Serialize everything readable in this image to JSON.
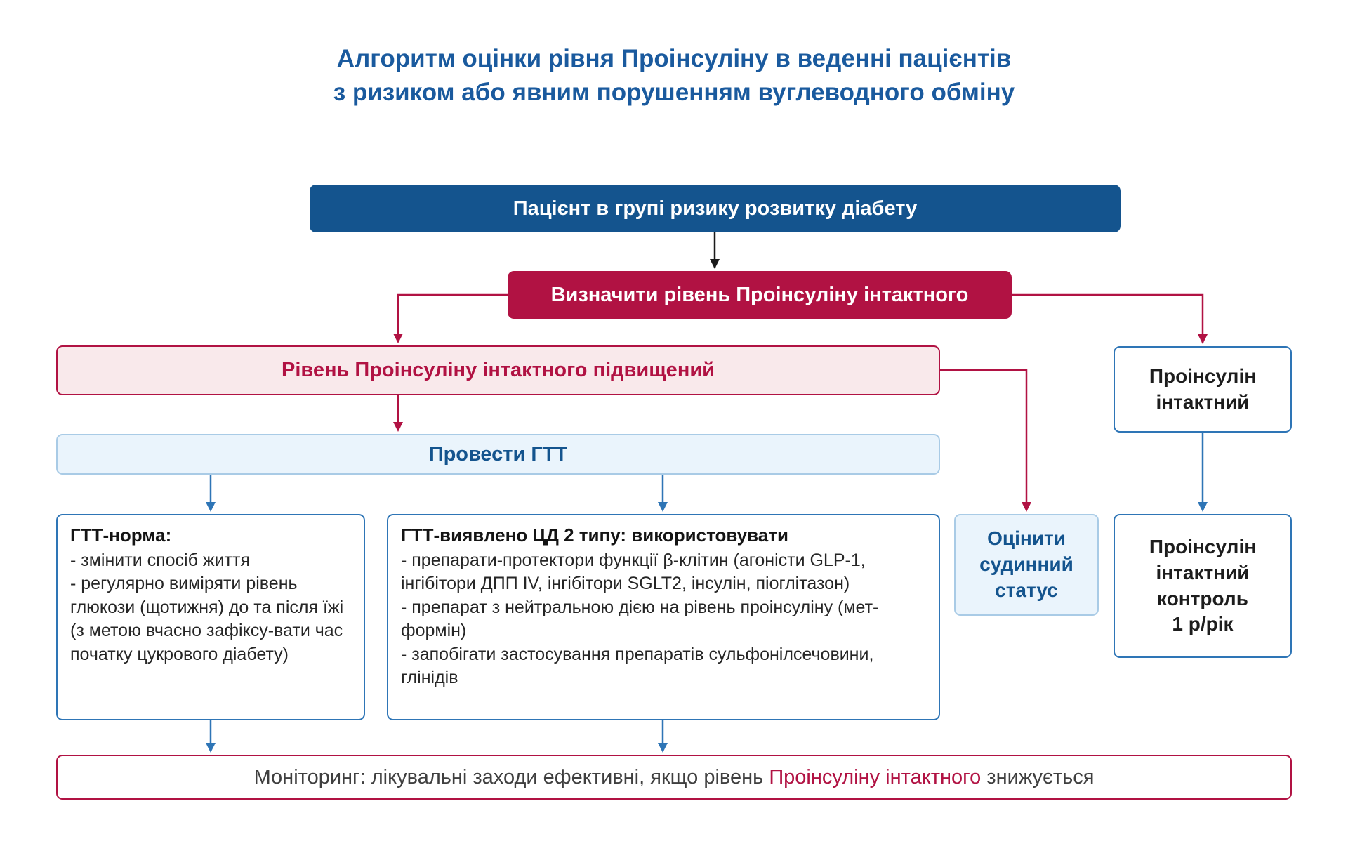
{
  "title": {
    "line1": "Алгоритм оцінки рівня Проінсуліну в веденні пацієнтів",
    "line2": "з ризиком або явним порушенням вуглеводного обміну"
  },
  "nodes": {
    "risk_patient": {
      "label": "Пацієнт в групі ризику розвитку діабету"
    },
    "measure_proinsulin": {
      "label": "Визначити рівень Проінсуліну інтактного"
    },
    "proinsulin_elevated": {
      "label": "Рівень Проінсуліну інтактного підвищений"
    },
    "perform_gtt": {
      "label": "Провести ГТТ"
    },
    "gtt_norm": {
      "header": "ГТТ-норма:",
      "items": [
        "- змінити спосіб життя",
        "- регулярно виміряти рівень глюкози (щотижня) до та після їжі (з метою вчасно зафіксу-вати час початку цукрового діабету)"
      ]
    },
    "gtt_dm2": {
      "header": "ГТТ-виявлено ЦД 2 типу: використовувати",
      "items": [
        "- препарати-протектори функції β-клітин (агоністи GLP-1, інгібітори ДПП IV, інгібітори  SGLT2, інсулін, піоглітазон)",
        "- препарат з нейтральною дією на рівень проінсуліну (мет-формін)",
        "- запобігати застосування препаратів сульфонілсечовини, глінідів"
      ]
    },
    "vascular_status": {
      "label": "Оцінити\nсудинний\nстатус"
    },
    "proinsulin_intact": {
      "label": "Проінсулін\nінтактний"
    },
    "proinsulin_control": {
      "label": "Проінсулін\nінтактний\nконтроль\n1 р/рік"
    },
    "monitoring": {
      "prefix": "Моніторинг: лікувальні заходи ефективні, якщо рівень ",
      "highlight": "Проінсуліну інтактного",
      "suffix": " знижується"
    }
  },
  "colors": {
    "title_blue": "#1a5a9e",
    "dark_blue_fill": "#14548e",
    "crimson": "#b11243",
    "pink_fill": "#f9e9eb",
    "light_blue_fill": "#eaf4fc",
    "blue_border": "#2e75b6",
    "blue_arrow": "#2e75b6",
    "red_arrow": "#b11243",
    "black_arrow": "#1a1a1a",
    "body_text": "#262626"
  }
}
